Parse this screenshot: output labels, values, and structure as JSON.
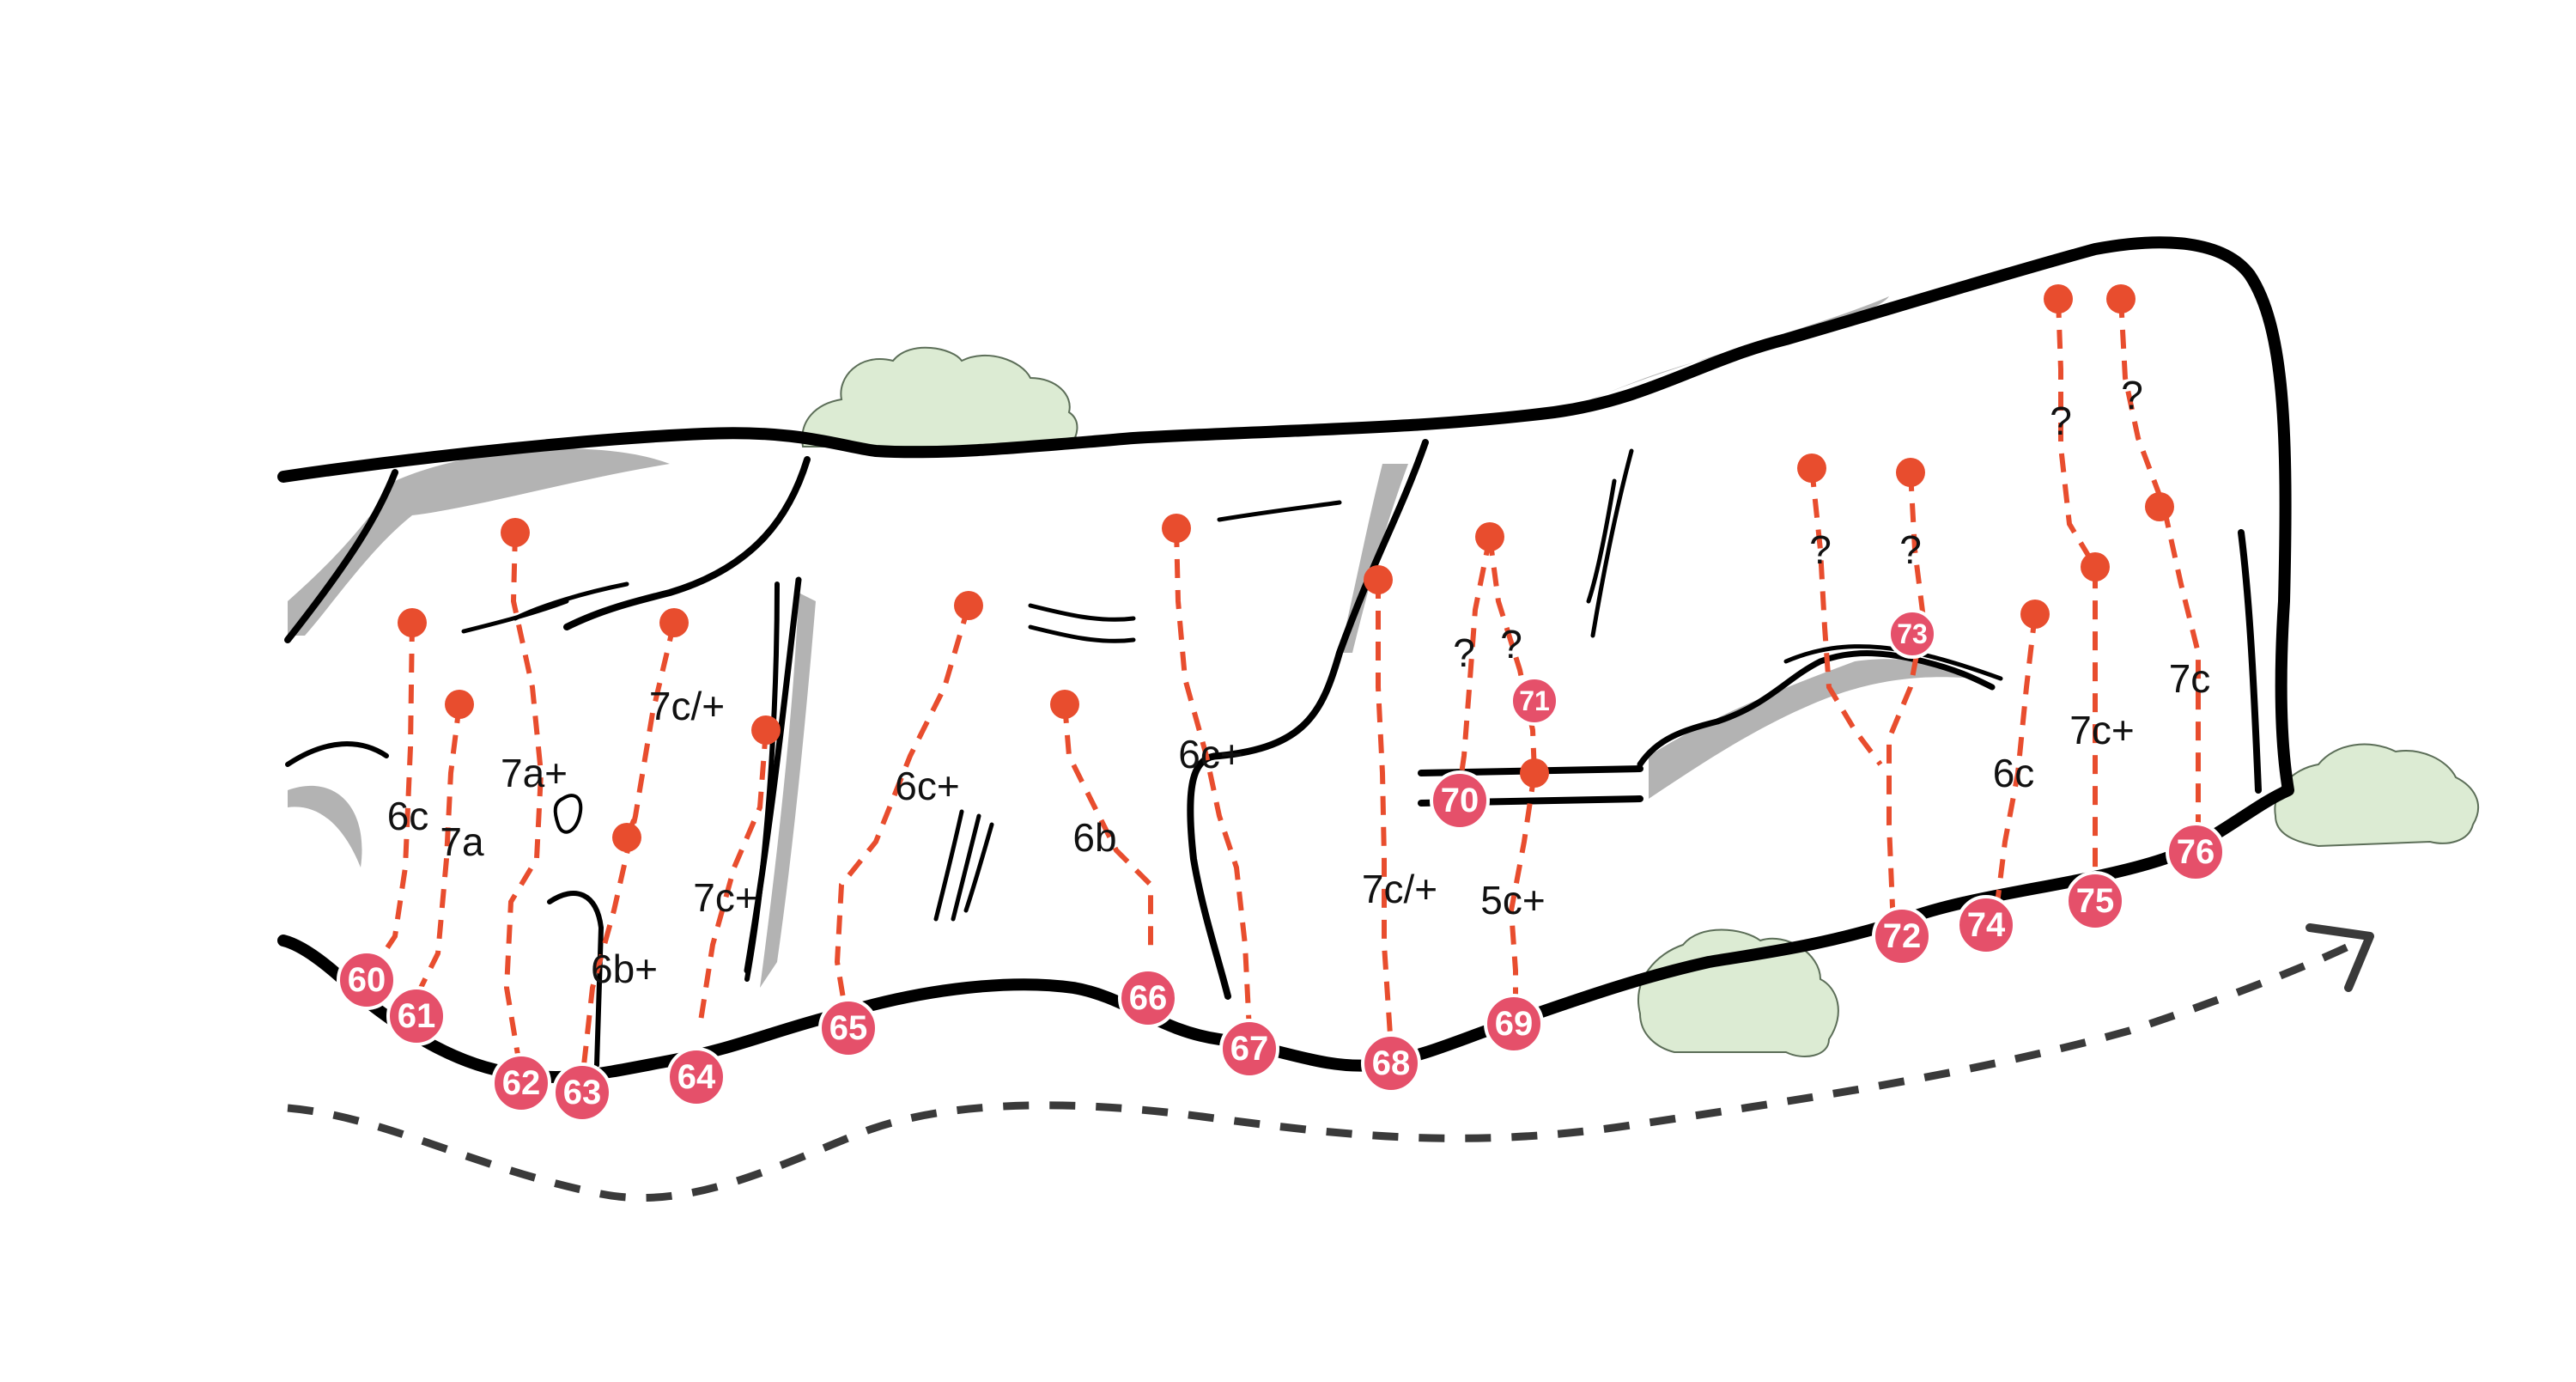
{
  "routes": [
    {
      "number": "60",
      "grade": "6c"
    },
    {
      "number": "61",
      "grade": "7a"
    },
    {
      "number": "62",
      "grade": "7a+"
    },
    {
      "number": "63",
      "grade": "6b+"
    },
    {
      "number": "63",
      "grade": "7c/+"
    },
    {
      "number": "64",
      "grade": "7c+"
    },
    {
      "number": "65",
      "grade": "6c+"
    },
    {
      "number": "66",
      "grade": "6b"
    },
    {
      "number": "67",
      "grade": "6c+"
    },
    {
      "number": "68",
      "grade": "7c/+"
    },
    {
      "number": "69",
      "grade": "5c+"
    },
    {
      "number": "70",
      "grade": "?"
    },
    {
      "number": "71",
      "grade": "?"
    },
    {
      "number": "72",
      "grade": "?"
    },
    {
      "number": "73",
      "grade": "?"
    },
    {
      "number": "74",
      "grade": "6c"
    },
    {
      "number": "75",
      "grade": "7c+"
    },
    {
      "number": "75",
      "grade": "?"
    },
    {
      "number": "76",
      "grade": "7c"
    },
    {
      "number": "76",
      "grade": "?"
    }
  ],
  "colors": {
    "route_line": "#e84d2e",
    "badge": "#e5506a",
    "rock_outline": "#000000",
    "shadow": "#b3b3b3",
    "bush": "#dcebd3",
    "approach_path": "#3a3a3a"
  }
}
